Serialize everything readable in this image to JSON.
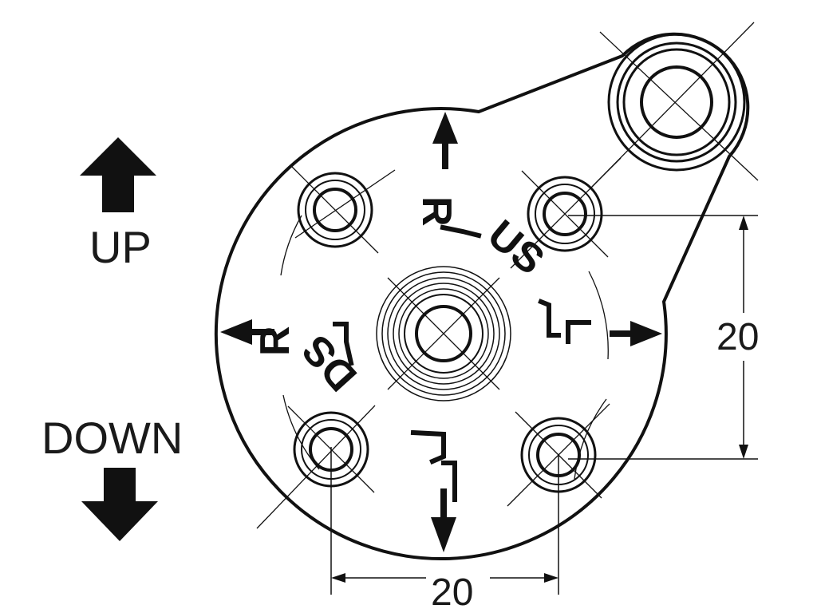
{
  "legend": {
    "up_label": "UP",
    "down_label": "DOWN"
  },
  "plate": {
    "marks": {
      "upper_right": [
        "R",
        "US"
      ],
      "lower_left": [
        "R",
        "DS"
      ]
    }
  },
  "dimensions": {
    "vertical": "20",
    "horizontal": "20"
  },
  "colors": {
    "ink": "#111111",
    "background": "#ffffff"
  }
}
